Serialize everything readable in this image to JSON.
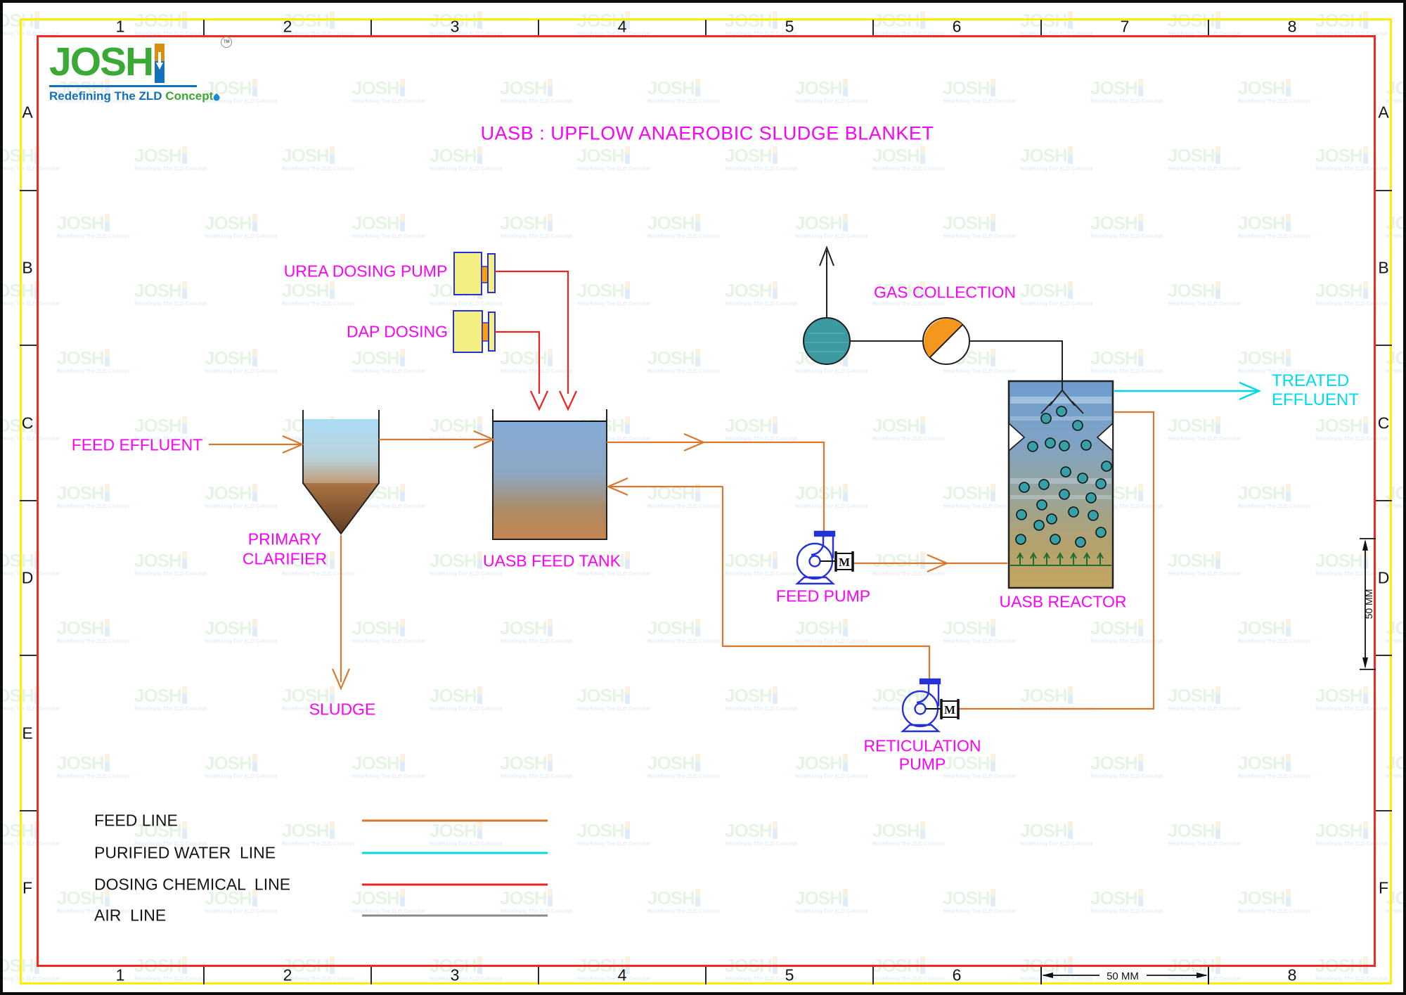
{
  "title": "UASB : UPFLOW ANAEROBIC SLUDGE BLANKET",
  "logo": {
    "word": "JOSH",
    "tm": "TM",
    "tagline_1": "Redefining The",
    "tagline_2": "ZLD",
    "tagline_3": "Concept"
  },
  "watermark": {
    "text": "JOSH",
    "tagline": "Redefining The ZLD Concept"
  },
  "border": {
    "columns_top": [
      "1",
      "2",
      "3",
      "4",
      "5",
      "6",
      "7",
      "8"
    ],
    "columns_bottom": [
      "1",
      "2",
      "3",
      "4",
      "5",
      "6",
      "",
      "8"
    ],
    "rows_left": [
      "A",
      "B",
      "C",
      "D",
      "E",
      "F"
    ],
    "rows_right": [
      "A",
      "B",
      "C",
      "D",
      "",
      "F"
    ],
    "h_scale_label": "50  MM",
    "v_scale_label": "50 MM"
  },
  "labels": {
    "urea_pump": "UREA DOSING PUMP",
    "dap_pump": "DAP DOSING",
    "feed_effluent": "FEED EFFLUENT",
    "primary_clarifier_1": "PRIMARY",
    "primary_clarifier_2": "CLARIFIER",
    "uasb_feed_tank": "UASB FEED TANK",
    "sludge": "SLUDGE",
    "feed_pump": "FEED PUMP",
    "gas_collection": "GAS COLLECTION",
    "uasb_reactor": "UASB REACTOR",
    "treated_effluent_1": "TREATED",
    "treated_effluent_2": "EFFLUENT",
    "reticulation_pump_1": "RETICULATION",
    "reticulation_pump_2": "PUMP",
    "motor": "M"
  },
  "legend": {
    "items": [
      {
        "label": "FEED LINE",
        "color": "#d9772f"
      },
      {
        "label": "PURIFIED WATER  LINE",
        "color": "#00d8e8"
      },
      {
        "label": "DOSING CHEMICAL  LINE",
        "color": "#ee2222"
      },
      {
        "label": "AIR  LINE",
        "color": "#8a8a8a"
      }
    ]
  },
  "colors": {
    "feed_line": "#d9772f",
    "purified_line": "#00d8e8",
    "dosing_line": "#ee2222",
    "air_line": "#222222",
    "label_magenta": "#f802f8",
    "treated_cyan": "#00dcea",
    "pump_blue": "#2430d8",
    "dosing_pump_yellow": "#f3ef82",
    "dosing_pump_orange": "#ffa008",
    "gas_circle_teal": "#3d9aa0",
    "flare_orange": "#f5971d",
    "green_arrows": "#1c6e34",
    "frame_yellow": "#ffee00",
    "frame_red": "#f32a23"
  }
}
